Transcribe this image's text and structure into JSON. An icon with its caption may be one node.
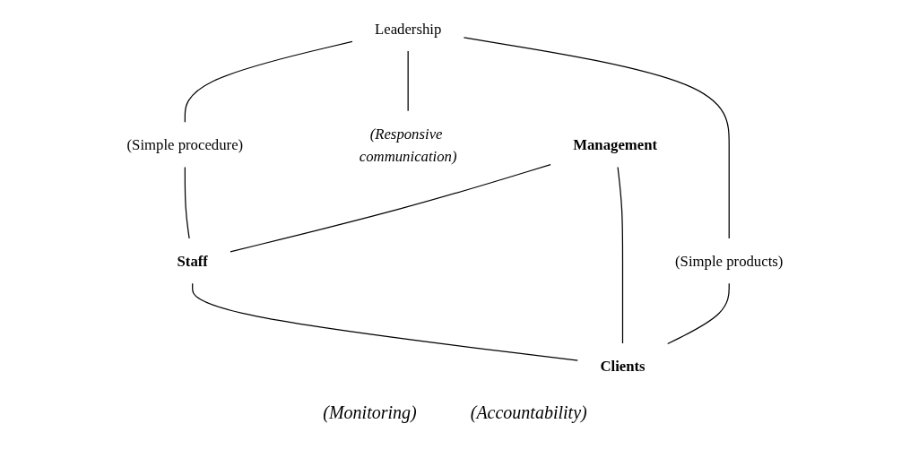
{
  "diagram": {
    "nodes": [
      {
        "text": [
          "Leadership"
        ]
      },
      {
        "text": [
          "(Responsive communication)"
        ]
      },
      {
        "text": [
          "(Simple procedure)"
        ]
      },
      {
        "text": [
          "Management"
        ]
      },
      {
        "text": [
          "(Simple products)"
        ]
      },
      {
        "text": [
          "Staff"
        ]
      },
      {
        "text": [
          "Clients"
        ]
      }
    ],
    "edges": [
      {
        "from": 0,
        "to": 2,
        "arrow": "none"
      },
      {
        "from": 0,
        "to": 1,
        "arrow": "none"
      },
      {
        "from": 0,
        "to": 4,
        "arrow": "none"
      },
      {
        "from": 2,
        "to": 5,
        "arrow": "none"
      },
      {
        "from": 3,
        "to": 5,
        "arrow": "none"
      },
      {
        "from": 3,
        "to": 6,
        "arrow": "none"
      },
      {
        "from": 4,
        "to": 6,
        "arrow": "none"
      },
      {
        "from": 5,
        "to": 6,
        "arrow": "none"
      }
    ],
    "labels": [
      "(Monitoring)",
      "(Accountability)"
    ]
  }
}
